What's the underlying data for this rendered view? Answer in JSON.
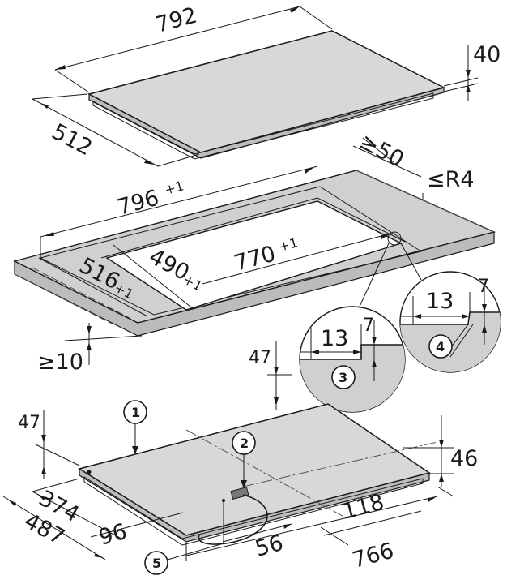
{
  "hob": {
    "width": "792",
    "depth": "512",
    "thickness": "40"
  },
  "cutout": {
    "clearance": "≥50",
    "corner_radius": "≤R4",
    "flush_width": "796",
    "flush_width_tol": "+1",
    "flush_depth": "516",
    "flush_depth_tol": "+1",
    "inner_depth": "490",
    "inner_depth_tol": "+1",
    "inner_width": "770",
    "inner_width_tol": "+1",
    "front_clearance": "≥10"
  },
  "detail_3": {
    "number": "3",
    "ledge": "13",
    "tick": "7"
  },
  "detail_4": {
    "number": "4",
    "ledge": "13",
    "tick": "7"
  },
  "bottom_view": {
    "dim_47_top": "47",
    "dim_47_left": "47",
    "dim_46": "46",
    "dim_374": "374",
    "dim_487": "487",
    "dim_96": "96",
    "dim_56": "56",
    "dim_118": "118",
    "dim_766": "766"
  },
  "callouts": [
    "1",
    "2",
    "5"
  ],
  "colors": {
    "surface": "#d8d8d8",
    "line": "#1a1a1a",
    "background": "#ffffff"
  }
}
